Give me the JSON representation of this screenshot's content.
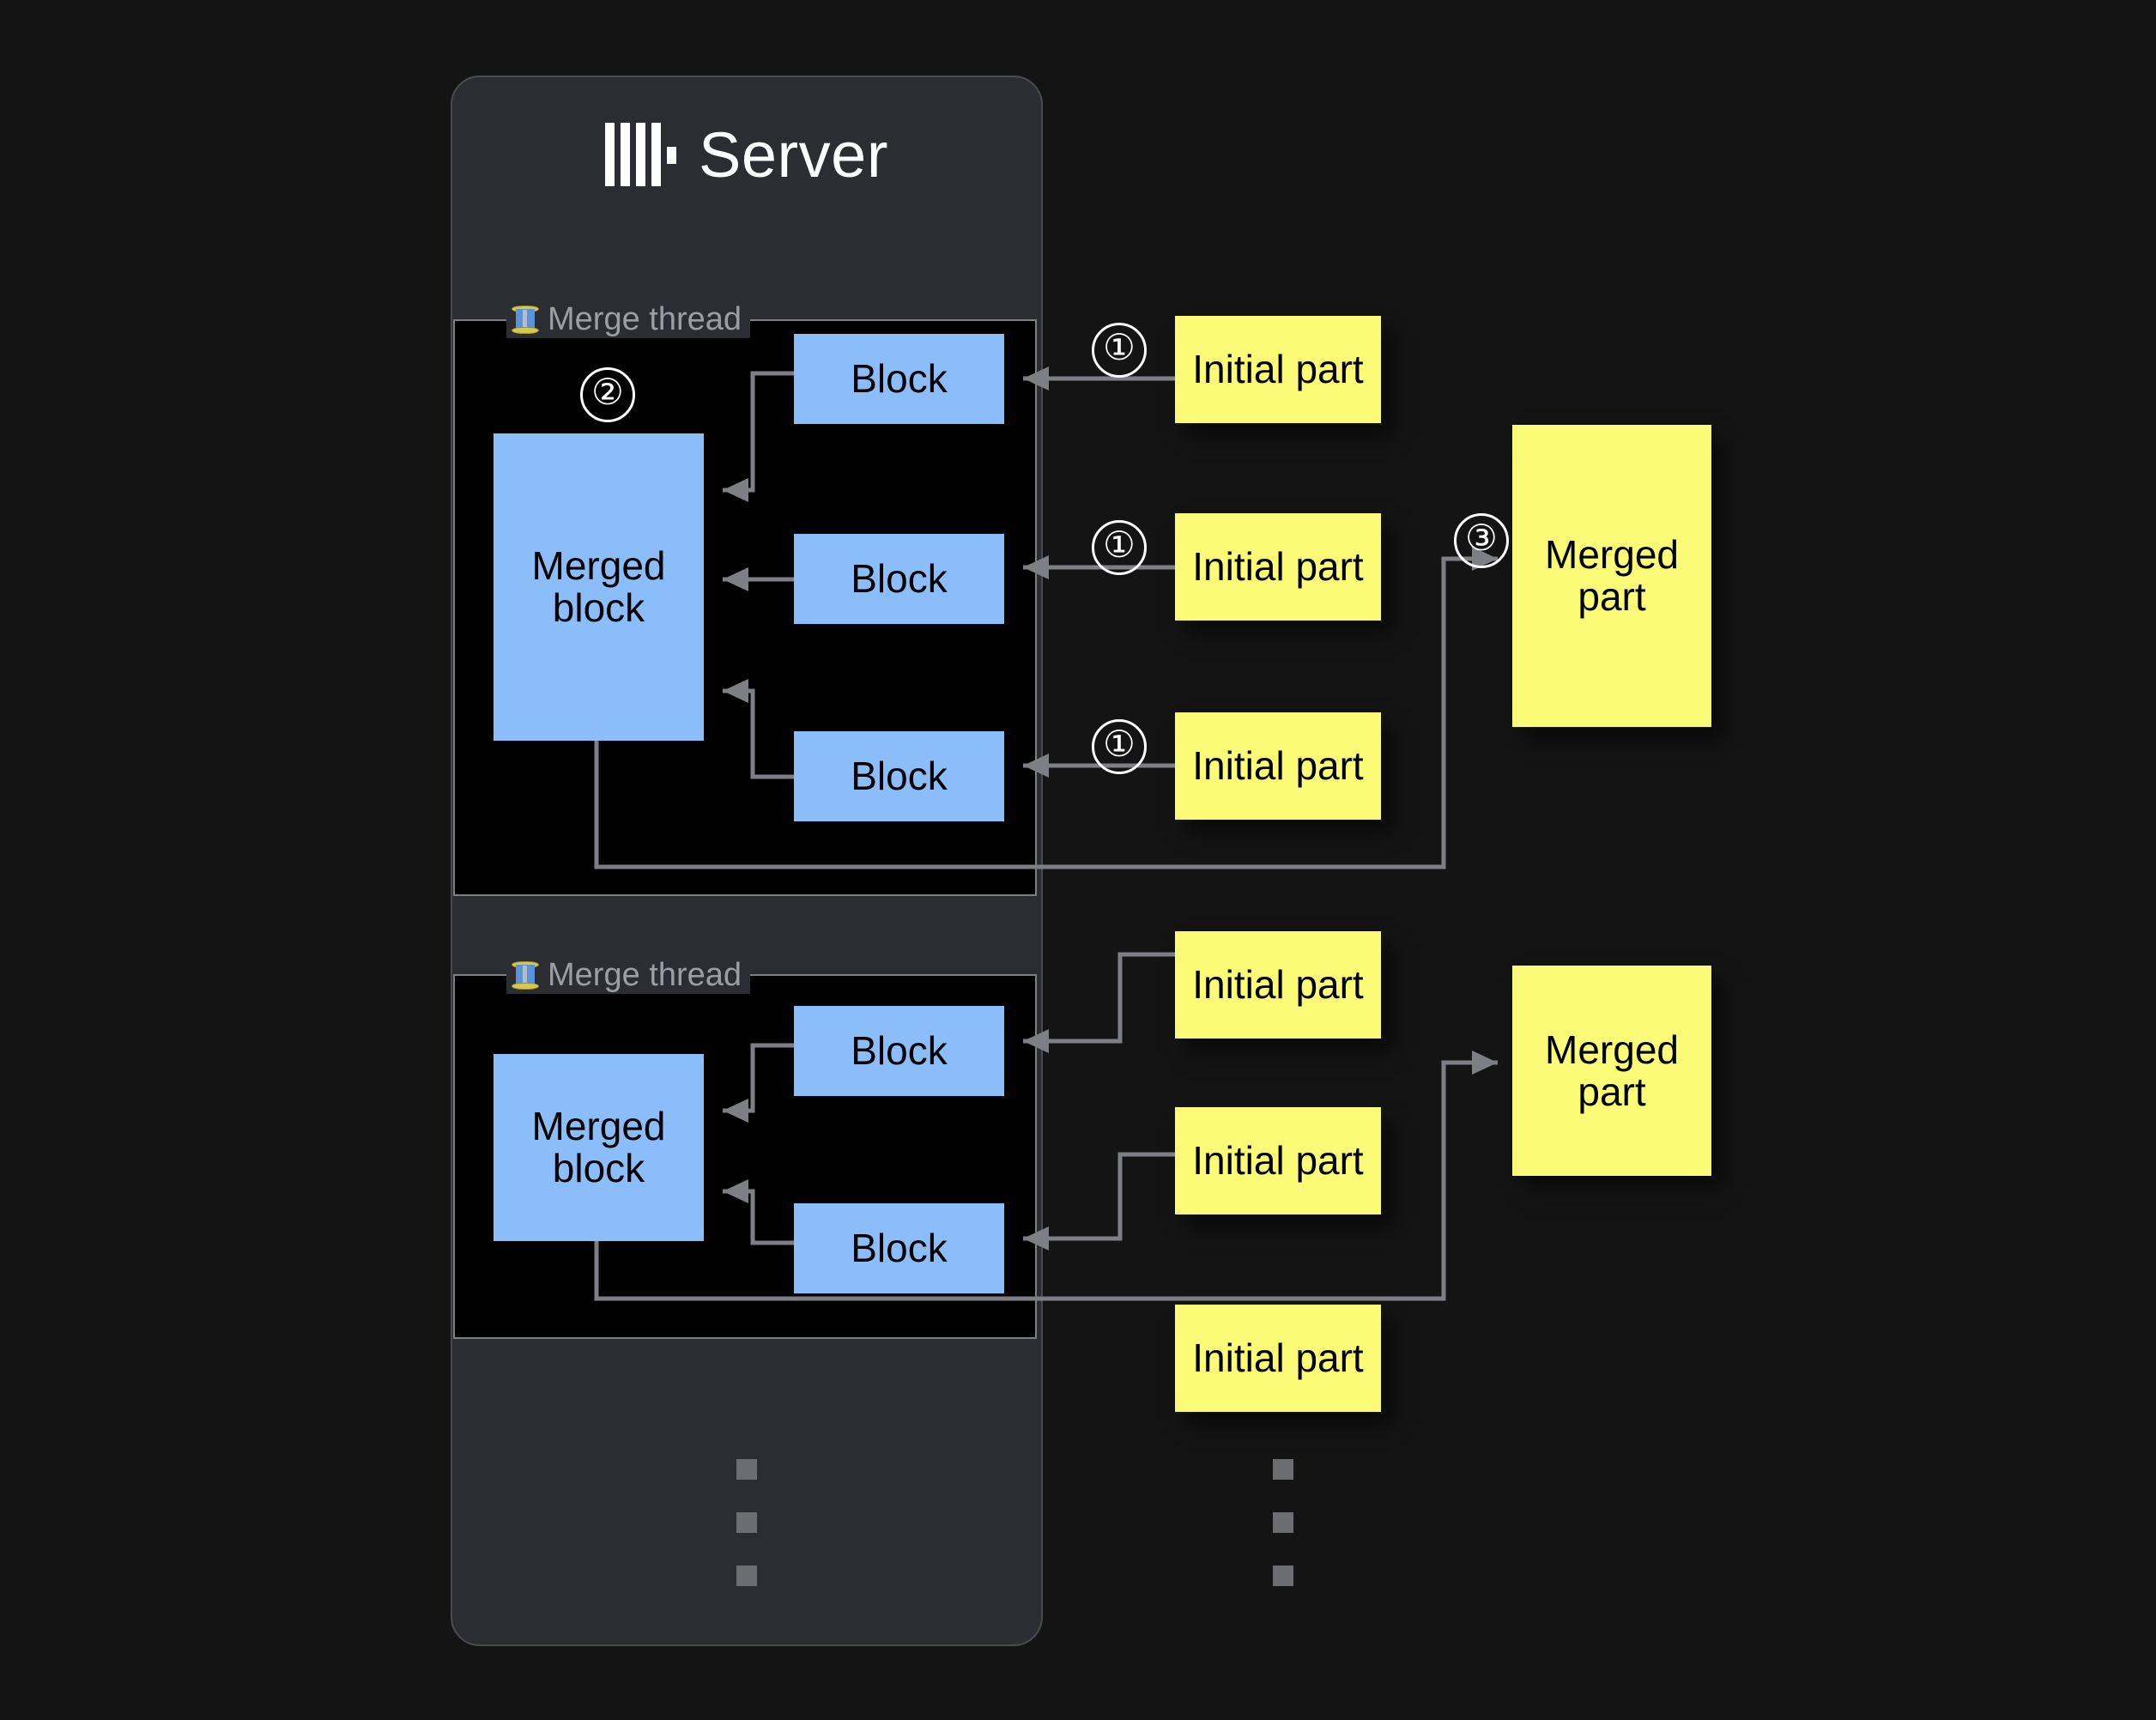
{
  "server": {
    "title": "Server",
    "logo_icon": "clickhouse-logo-icon"
  },
  "threads": [
    {
      "label": "Merge thread",
      "icon": "thread-spool-icon",
      "merged_block_label": "Merged block",
      "step_marker": "②",
      "blocks": [
        {
          "label": "Block",
          "source_label": "Initial part",
          "step_marker": "①"
        },
        {
          "label": "Block",
          "source_label": "Initial part",
          "step_marker": "①"
        },
        {
          "label": "Block",
          "source_label": "Initial part",
          "step_marker": "①"
        }
      ],
      "output": {
        "label": "Merged part",
        "step_marker": "③"
      }
    },
    {
      "label": "Merge thread",
      "icon": "thread-spool-icon",
      "merged_block_label": "Merged block",
      "blocks": [
        {
          "label": "Block",
          "source_label": "Initial part"
        },
        {
          "label": "Block",
          "source_label": "Initial part"
        }
      ],
      "extra_sources": [
        {
          "label": "Initial part"
        }
      ],
      "output": {
        "label": "Merged part"
      }
    }
  ],
  "ellipsis": {
    "server_column": "▪ ▪ ▪",
    "parts_column": "▪ ▪ ▪"
  },
  "colors": {
    "background": "#141414",
    "server_panel": "#2b2d33",
    "thread_box": "#000000",
    "block": "#8cbdfb",
    "part": "#fbfb77",
    "wire": "#7d7f84",
    "label_text": "#9b9ea3",
    "title_text": "#ffffff"
  }
}
